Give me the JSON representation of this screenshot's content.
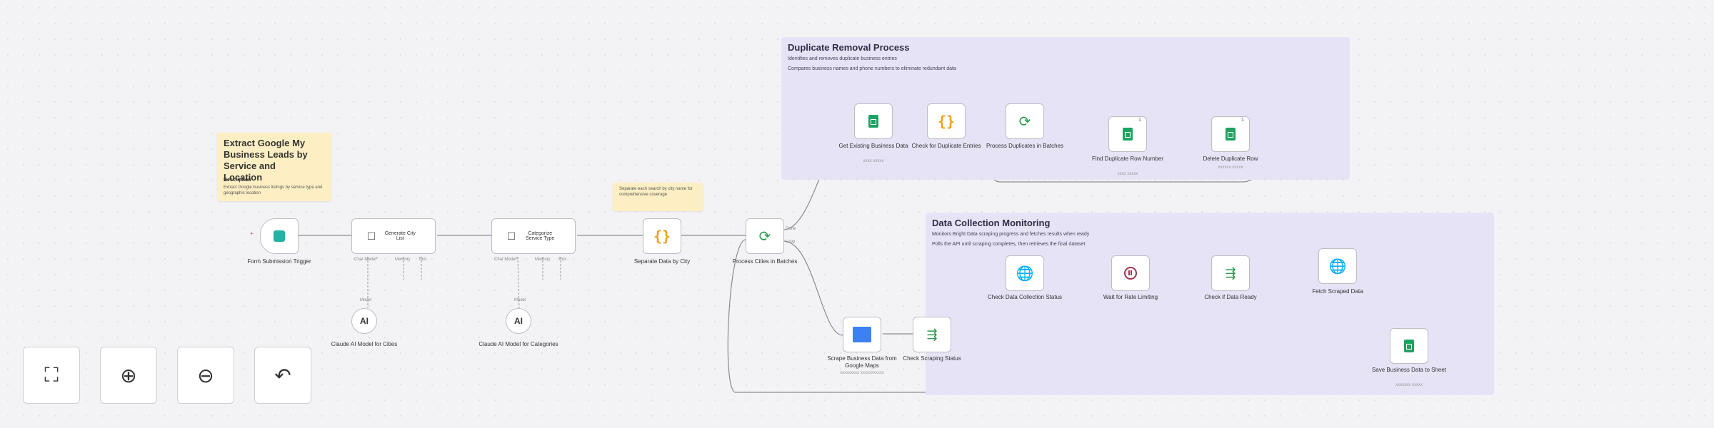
{
  "groups": {
    "duplicate": {
      "title": "Duplicate Removal Process",
      "line1": "Identifies and removes duplicate business entries",
      "line2": "Compares business names and phone numbers to eliminate redundant data"
    },
    "monitoring": {
      "title": "Data Collection Monitoring",
      "line1": "Monitors Bright Data scraping progress and fetches results when ready",
      "line2": "Polls the API until scraping completes, then retrieves the final dataset"
    }
  },
  "stickies": {
    "main": {
      "title": "Extract Google My Business Leads by Service and Location",
      "sub": "Description",
      "text": "Extract Google business listings by service type and geographic location"
    },
    "batch": {
      "text": "Separate each search by city name for comprehensive coverage"
    }
  },
  "nodes": {
    "form": {
      "label": "Form Submission Trigger"
    },
    "gen_city": {
      "label": "Generate City List"
    },
    "categorize": {
      "label": "Categorize Service Type"
    },
    "separate": {
      "label": "Separate Data by City"
    },
    "process_cities": {
      "label": "Process Cities in Batches"
    },
    "get_existing": {
      "label": "Get Existing Business Data",
      "sub": "xxxx xxxxx"
    },
    "check_dup": {
      "label": "Check for Duplicate Entries"
    },
    "process_dup": {
      "label": "Process Duplicates in Batches"
    },
    "find_row": {
      "label": "Find Duplicate Row Number",
      "sub": "xxxx xxxxx"
    },
    "delete_row": {
      "label": "Delete Duplicate Row",
      "sub": "xxxxxx xxxxx"
    },
    "claude_cities": {
      "label": "Claude AI Model for Cities"
    },
    "claude_categories": {
      "label": "Claude AI Model for Categories"
    },
    "scrape": {
      "label": "Scrape Business Data from Google Maps",
      "sub": "xxxxxxxxx xxxxxxxxxxx"
    },
    "check_scraping": {
      "label": "Check Scraping Status"
    },
    "check_collection": {
      "label": "Check Data Collection Status"
    },
    "wait_rate": {
      "label": "Wait for Rate Limiting"
    },
    "check_ready": {
      "label": "Check if Data Ready"
    },
    "fetch": {
      "label": "Fetch Scraped Data"
    },
    "save": {
      "label": "Save Business Data to Sheet",
      "sub": "xxxxxxx xxxxx"
    }
  },
  "ports": {
    "chat_model": "Chat Model*",
    "memory": "Memory",
    "tool": "Tool",
    "model": "Model",
    "done": "Done",
    "loop": "Loop"
  },
  "badges": {
    "find_count": "1",
    "delete_count": "1"
  },
  "icons": {
    "loop": "⟳",
    "code": "{}",
    "globe": "🌐",
    "if": "⇶",
    "bot": "☐",
    "claude": "AI",
    "fit": "⛶",
    "zoom_in": "⊕",
    "zoom_out": "⊖",
    "undo": "↶",
    "plus": "+"
  },
  "colors": {
    "group_bg": "#e6e3f6",
    "sticky_bg": "#fdefc3",
    "sheets": "#1ea362",
    "edge": "#8a8a94"
  }
}
